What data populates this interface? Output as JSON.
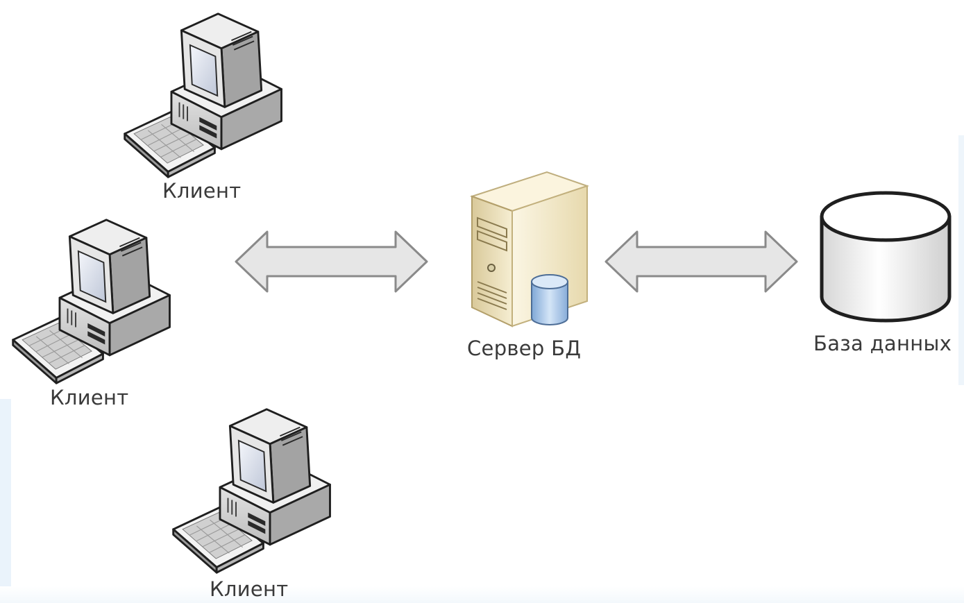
{
  "nodes": {
    "client_top": {
      "label": "Клиент",
      "icon": "desktop-computer-icon"
    },
    "client_middle": {
      "label": "Клиент",
      "icon": "desktop-computer-icon"
    },
    "client_bottom": {
      "label": "Клиент",
      "icon": "desktop-computer-icon"
    },
    "db_server": {
      "label": "Сервер БД",
      "icon": "database-server-icon"
    },
    "database": {
      "label": "База данных",
      "icon": "database-cylinder-icon"
    }
  },
  "connections": [
    {
      "from": "clients",
      "to": "db_server",
      "direction": "bidirectional"
    },
    {
      "from": "db_server",
      "to": "database",
      "direction": "bidirectional"
    }
  ],
  "colors": {
    "arrow_fill": "#e4e4e4",
    "arrow_stroke": "#8a8a8a",
    "server_body": "#f1e6c4",
    "db_badge": "#a9c8ea",
    "label_text": "#3a3a3a"
  }
}
